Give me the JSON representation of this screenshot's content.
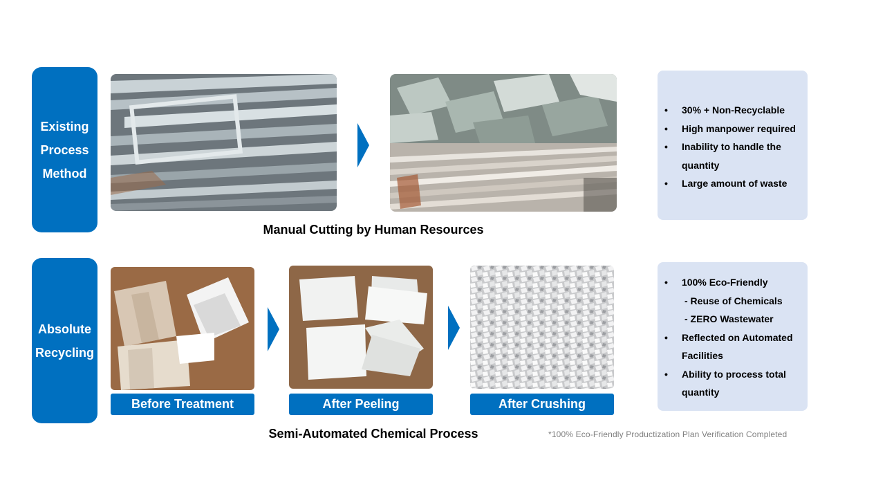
{
  "existing": {
    "label_lines": [
      "Existing",
      "Process",
      "Method"
    ],
    "caption": "Manual Cutting by Human Resources",
    "bullets": [
      "30% + Non-Recyclable",
      "High manpower required",
      "Inability to handle the quantity",
      "Large amount of waste"
    ]
  },
  "absolute": {
    "label_lines": [
      "Absolute",
      "Recycling"
    ],
    "steps": [
      "Before Treatment",
      "After Peeling",
      "After Crushing"
    ],
    "caption": "Semi-Automated Chemical Process",
    "bullets": [
      {
        "text": "100% Eco-Friendly",
        "sub": false
      },
      {
        "text": "- Reuse of Chemicals",
        "sub": true
      },
      {
        "text": "- ZERO Wastewater",
        "sub": true
      },
      {
        "text": "Reflected on Automated Facilities",
        "sub": false
      },
      {
        "text": "Ability  to process total quantity",
        "sub": false
      }
    ]
  },
  "footnote": "*100% Eco-Friendly Productization Plan Verification Completed",
  "colors": {
    "accent": "#0070c0",
    "info_bg": "#dae3f3",
    "footnote": "#7f7f7f"
  }
}
